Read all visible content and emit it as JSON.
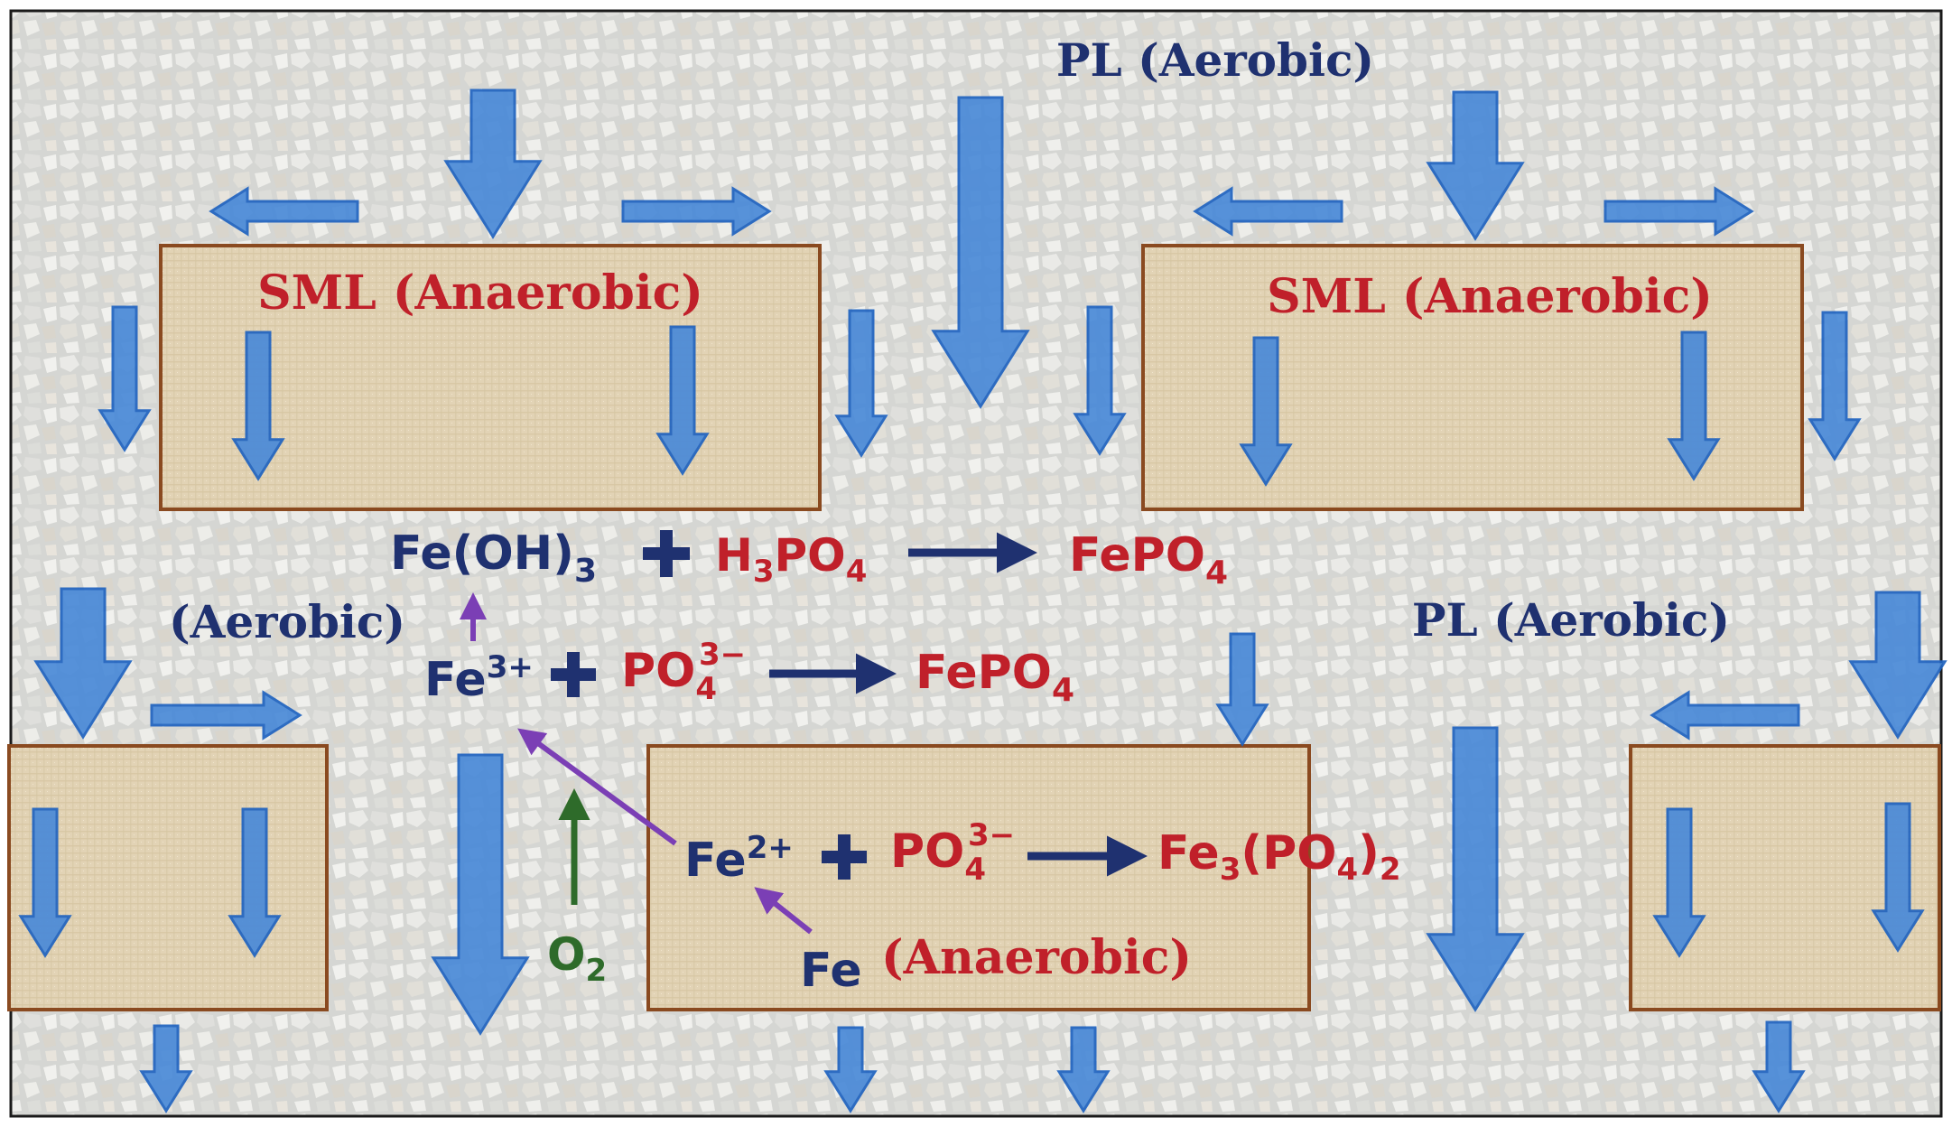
{
  "labels": {
    "pl_top": "PL (Aerobic)",
    "pl_right": "PL (Aerobic)",
    "sml_left": "SML (Anaerobic)",
    "sml_right": "SML (Anaerobic)",
    "aerobic_left": "(Aerobic)",
    "anaerobic_bottom": "(Anaerobic)"
  },
  "reactions": {
    "r1": {
      "reactant1": "Fe(OH)",
      "reactant1_sub": "3",
      "reactant2": "H",
      "reactant2_sub": "3",
      "reactant2_rest": "PO",
      "reactant2_rest_sub": "4",
      "product": "FePO",
      "product_sub": "4"
    },
    "r2": {
      "reactant1": "Fe",
      "reactant1_sup": "3+",
      "reactant2": "PO",
      "reactant2_sub": "4",
      "reactant2_sup": "3−",
      "product": "FePO",
      "product_sub": "4"
    },
    "r3": {
      "reactant1": "Fe",
      "reactant1_sup": "2+",
      "reactant2": "PO",
      "reactant2_sub": "4",
      "reactant2_sup": "3−",
      "product_a": "Fe",
      "product_a_sub": "3",
      "product_b": "(PO",
      "product_b_sub": "4",
      "product_c": ")",
      "product_c_sub": "2"
    }
  },
  "species": {
    "oxygen": "O",
    "oxygen_sub": "2",
    "iron": "Fe"
  },
  "colors": {
    "navy": "#1f3170",
    "red": "#c0202a",
    "green": "#2e6b2a",
    "purple": "#7b3fb5",
    "arrow_blue": "#4a8ad8",
    "arrow_stroke": "#1f63c0",
    "box_border": "#8a4a20",
    "box_fill": "#e4d5b8"
  }
}
